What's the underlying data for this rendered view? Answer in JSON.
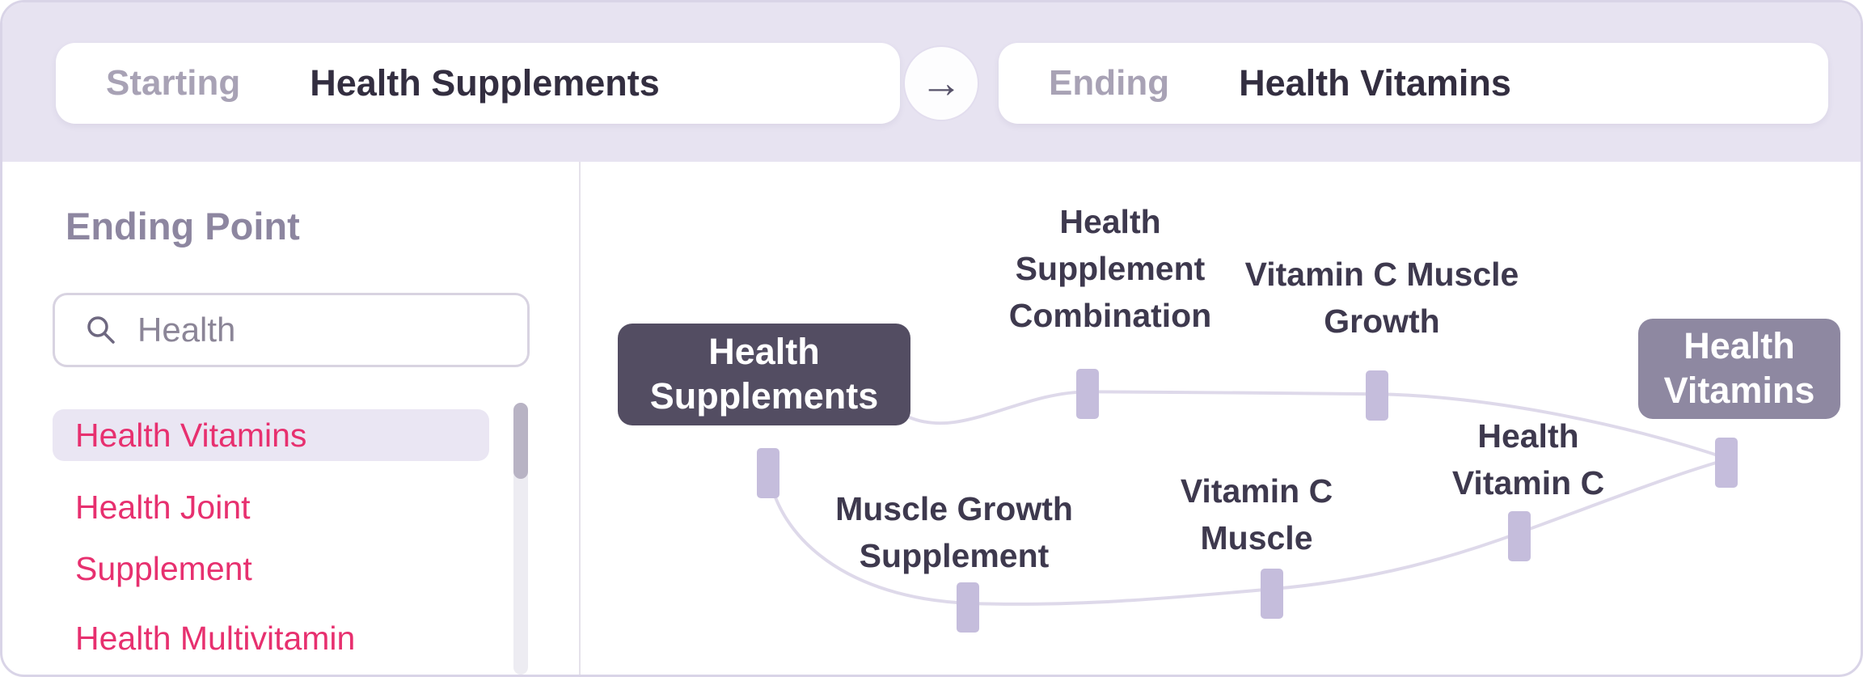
{
  "topbar": {
    "starting_label": "Starting",
    "starting_value": "Health Supplements",
    "arrow_glyph": "→",
    "ending_label": "Ending",
    "ending_value": "Health Vitamins"
  },
  "sidebar": {
    "title": "Ending Point",
    "search_value": "Health",
    "items": [
      {
        "label": "Health Vitamins",
        "selected": true
      },
      {
        "label": "Health Joint Supplement",
        "selected": false
      },
      {
        "label": "Health Multivitamin",
        "selected": false
      }
    ]
  },
  "graph": {
    "start_node": "Health Supplements",
    "end_node": "Health Vitamins",
    "waypoints": [
      {
        "label": "Health Supplement Combination"
      },
      {
        "label": "Vitamin C Muscle Growth"
      },
      {
        "label": "Muscle Growth Supplement"
      },
      {
        "label": "Vitamin C Muscle"
      },
      {
        "label": "Health Vitamin C"
      }
    ]
  },
  "colors": {
    "topbar_bg": "#e7e3f1",
    "accent_pink": "#e7306f",
    "node_dark": "#534d62",
    "node_gray": "#8e88a1",
    "path_line": "#ded9ea",
    "waypoint_fill": "#c5bddc",
    "label_dark": "#3e394e",
    "muted_label": "#a8a2b5"
  }
}
